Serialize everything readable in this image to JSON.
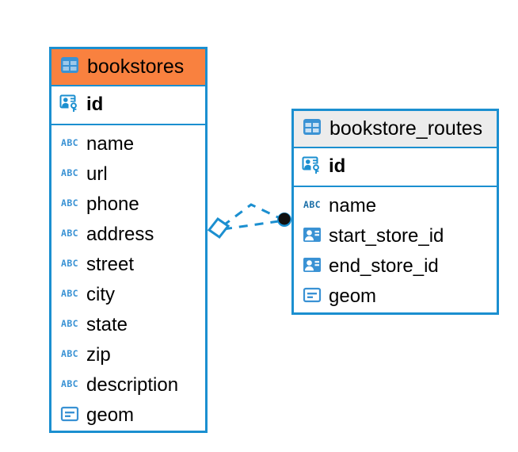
{
  "diagram": {
    "type": "entity-relationship-diagram",
    "background": "#ffffff",
    "accent_color": "#1b8fd0",
    "highlight_color": "#f9813f",
    "header_grey": "#ececec"
  },
  "tables": [
    {
      "name": "bookstores",
      "header_icon": "table-icon",
      "header_style": "orange",
      "primary_key": {
        "label": "id",
        "icon": "primary-key-icon"
      },
      "fields": [
        {
          "label": "name",
          "icon": "text-abc-icon"
        },
        {
          "label": "url",
          "icon": "text-abc-icon"
        },
        {
          "label": "phone",
          "icon": "text-abc-icon"
        },
        {
          "label": "address",
          "icon": "text-abc-icon"
        },
        {
          "label": "street",
          "icon": "text-abc-icon"
        },
        {
          "label": "city",
          "icon": "text-abc-icon"
        },
        {
          "label": "state",
          "icon": "text-abc-icon"
        },
        {
          "label": "zip",
          "icon": "text-abc-icon"
        },
        {
          "label": "description",
          "icon": "text-abc-icon"
        },
        {
          "label": "geom",
          "icon": "geometry-icon"
        }
      ]
    },
    {
      "name": "bookstore_routes",
      "header_icon": "table-icon",
      "header_style": "grey",
      "primary_key": {
        "label": "id",
        "icon": "primary-key-icon"
      },
      "fields": [
        {
          "label": "name",
          "icon": "text-abc-icon"
        },
        {
          "label": "start_store_id",
          "icon": "foreign-key-icon"
        },
        {
          "label": "end_store_id",
          "icon": "foreign-key-icon"
        },
        {
          "label": "geom",
          "icon": "geometry-icon"
        }
      ]
    }
  ],
  "relationship": {
    "name": "bookstores-to-bookstore-routes-relationship",
    "line_style": "dashed",
    "line_color": "#1b8fd0",
    "source_endpoint": "diamond-endpoint",
    "target_endpoint": "filled-circle-endpoint",
    "target_endpoint_color": "#111111"
  }
}
